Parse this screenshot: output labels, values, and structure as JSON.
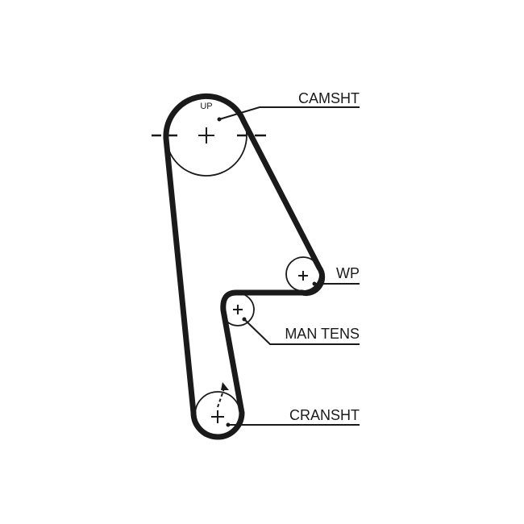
{
  "colors": {
    "ink": "#1a1a1a",
    "background": "#ffffff"
  },
  "labels": {
    "camshaft": "CAMSHT",
    "up_mark": "UP",
    "water_pump": "WP",
    "manual_tensioner": "MAN TENS",
    "crankshaft": "CRANSHT"
  }
}
